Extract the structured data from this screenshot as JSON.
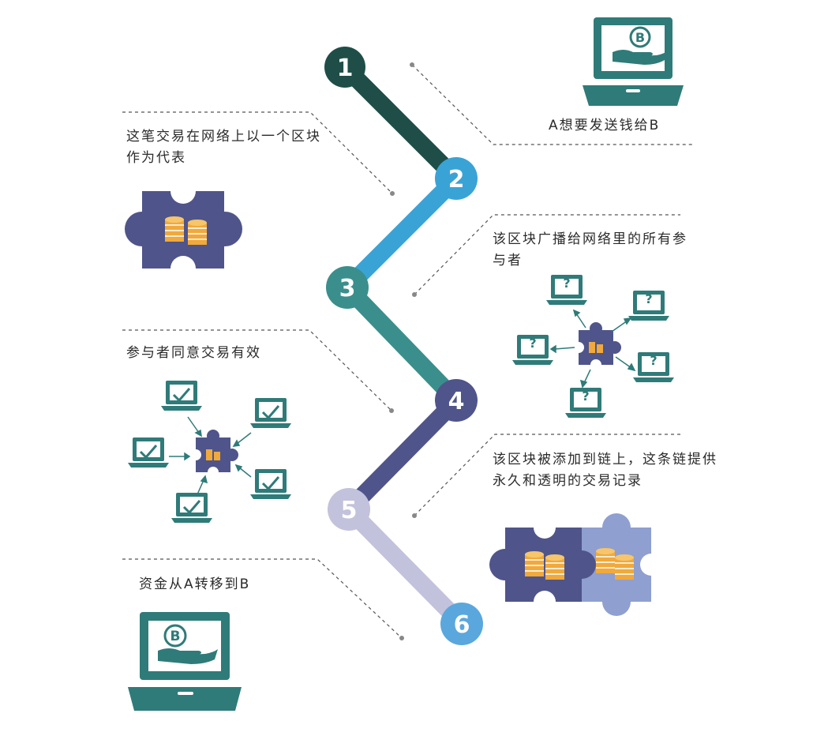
{
  "steps": [
    {
      "number": "1",
      "color": "#1f4e48",
      "text": "A想要发送钱给B"
    },
    {
      "number": "2",
      "color": "#3aa3d6",
      "text": "这笔交易在网络上以一个区块作为代表"
    },
    {
      "number": "3",
      "color": "#3a8f8c",
      "text": "该区块广播给网络里的所有参与者"
    },
    {
      "number": "4",
      "color": "#4f558a",
      "text": "参与者同意交易有效"
    },
    {
      "number": "5",
      "color": "#c3c2dc",
      "text": "该区块被添加到链上，这条链提供永久和透明的交易记录"
    },
    {
      "number": "6",
      "color": "#5aa7dd",
      "text": "资金从A转移到B"
    }
  ],
  "icons": {
    "laptop_color": "#2f7b79",
    "puzzle_color": "#4f558a",
    "puzzle_light_color": "#8f9fd0",
    "coin_color": "#f1a93b",
    "coin_symbol": "B",
    "question_mark": "?"
  }
}
